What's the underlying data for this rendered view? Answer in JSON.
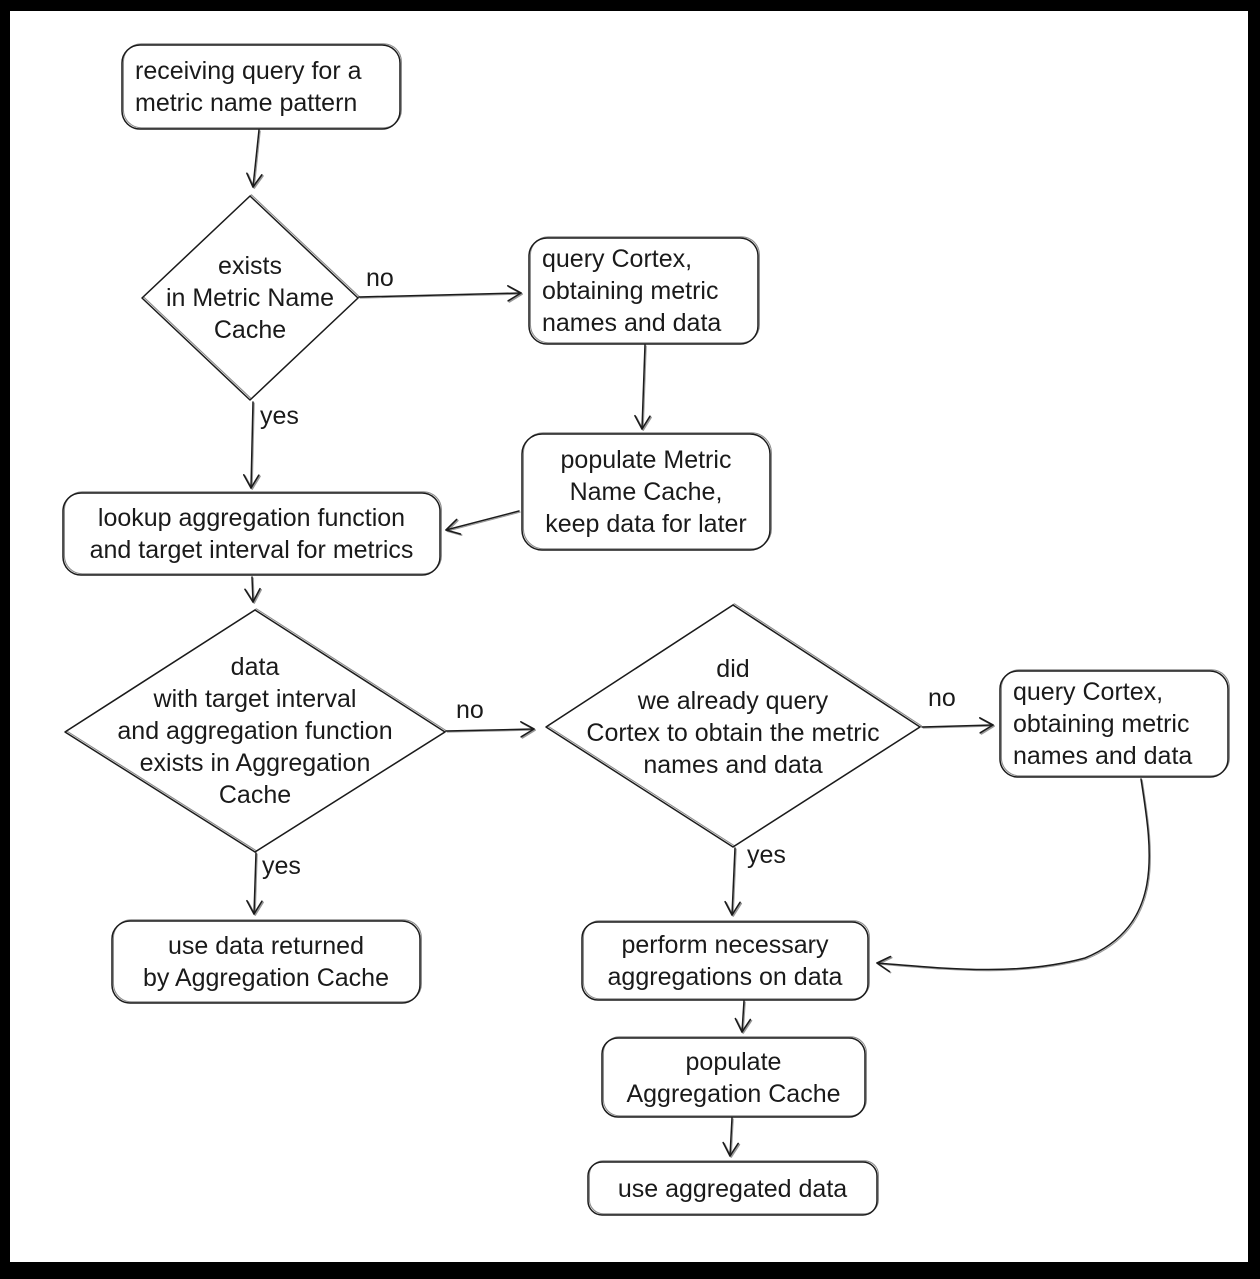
{
  "colors": {
    "stroke": "#1b1b1b",
    "text": "#1a1a1a",
    "background": "#ffffff",
    "frame": "#000000"
  },
  "flowchart": {
    "nodes": {
      "receive_query": {
        "label": "receiving query for a\nmetric name pattern"
      },
      "exists_metric_name_cache": {
        "label": "exists\nin Metric Name\nCache"
      },
      "query_cortex_top": {
        "label": "query Cortex,\nobtaining metric\nnames and data"
      },
      "populate_metric_name_cache": {
        "label": "populate Metric\nName Cache,\nkeep data for later"
      },
      "lookup_aggregation": {
        "label": "lookup aggregation function\nand target interval for metrics"
      },
      "data_exists_aggregation_cache": {
        "label": "data\nwith target interval\nand aggregation function\nexists in Aggregation\nCache"
      },
      "use_aggregation_cache_data": {
        "label": "use data returned\nby Aggregation Cache"
      },
      "did_already_query_cortex": {
        "label": "did\nwe already query\nCortex to obtain the metric\nnames and data"
      },
      "query_cortex_right": {
        "label": "query Cortex,\nobtaining metric\nnames and data"
      },
      "perform_aggregations": {
        "label": "perform necessary\naggregations on data"
      },
      "populate_aggregation_cache": {
        "label": "populate\nAggregation Cache"
      },
      "use_aggregated_data": {
        "label": "use aggregated data"
      }
    },
    "edge_labels": {
      "metric_cache_no": "no",
      "metric_cache_yes": "yes",
      "agg_cache_no": "no",
      "agg_cache_yes": "yes",
      "already_queried_no": "no",
      "already_queried_yes": "yes"
    }
  }
}
